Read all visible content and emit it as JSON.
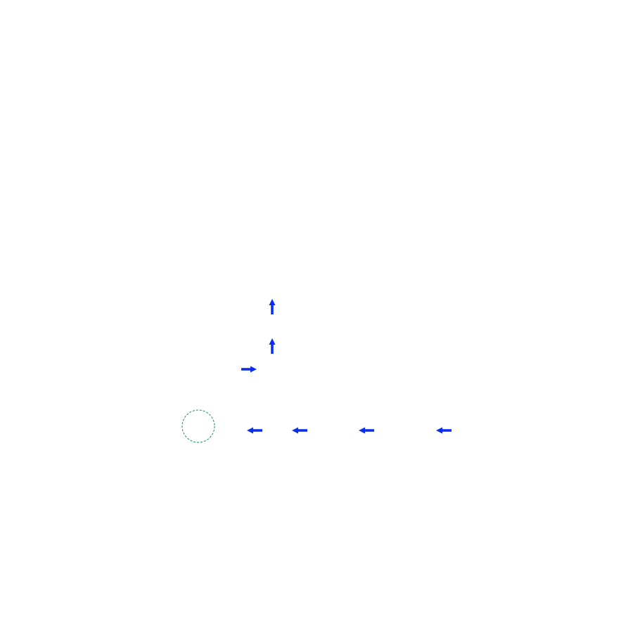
{
  "colors": {
    "background": "#ffffff",
    "arrow": "#0a2ef0",
    "target_ring": "#1f8a70"
  },
  "arrows": [
    {
      "icon": "arrow-up-icon",
      "direction": "up"
    },
    {
      "icon": "arrow-up-icon",
      "direction": "up"
    },
    {
      "icon": "arrow-right-icon",
      "direction": "right"
    },
    {
      "icon": "arrow-left-icon",
      "direction": "left"
    },
    {
      "icon": "arrow-left-icon",
      "direction": "left"
    },
    {
      "icon": "arrow-left-icon",
      "direction": "left"
    },
    {
      "icon": "arrow-left-icon",
      "direction": "left"
    }
  ],
  "target": {
    "icon": "target-circle-icon",
    "style": "dashed"
  }
}
